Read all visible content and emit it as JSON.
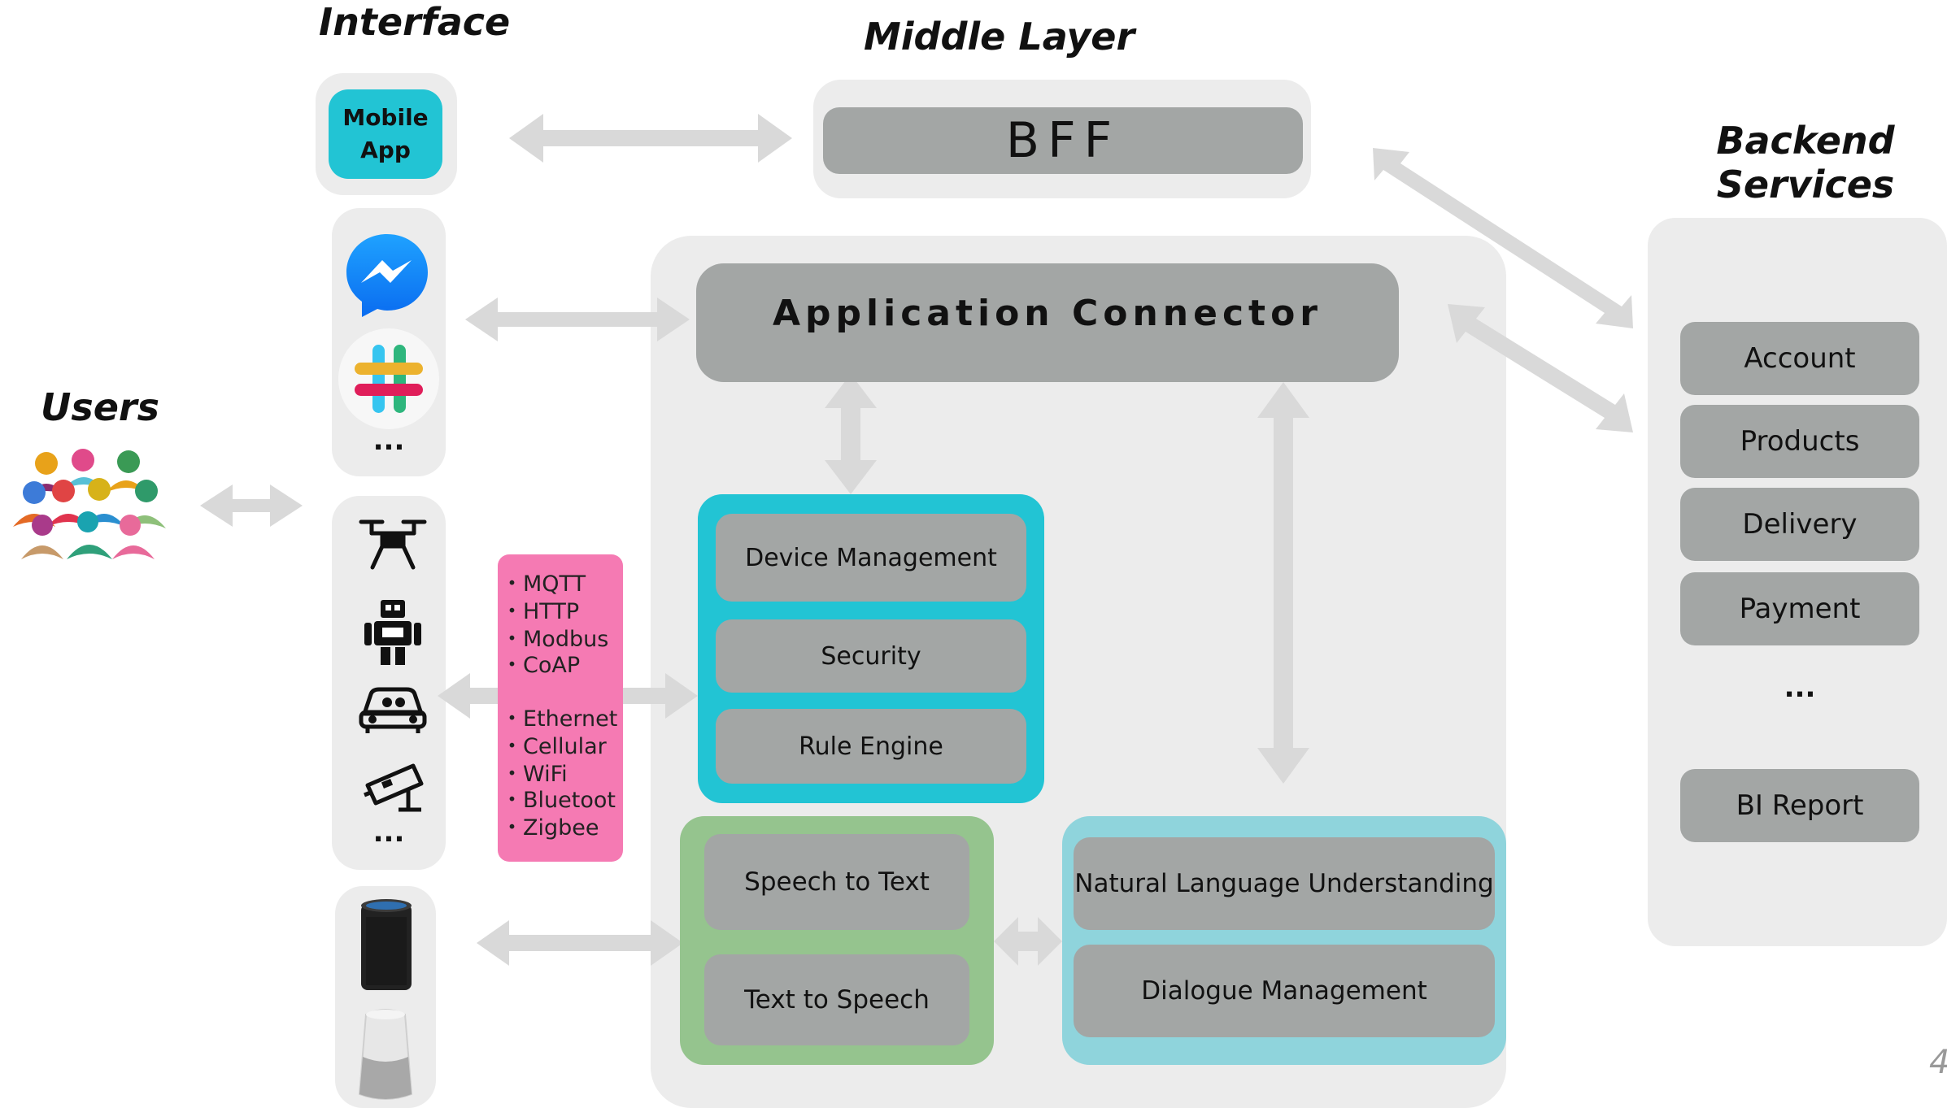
{
  "headings": {
    "interface": "Interface",
    "middle_layer": "Middle Layer",
    "backend_services": "Backend\nServices",
    "users": "Users"
  },
  "interface": {
    "mobile_app": "Mobile\nApp",
    "chat_ellipsis": "...",
    "iot_ellipsis": "..."
  },
  "middle": {
    "bff": "BFF",
    "application_connector": "Application Connector"
  },
  "iot_protocols": {
    "messaging": [
      "MQTT",
      "HTTP",
      "Modbus",
      "CoAP"
    ],
    "network": [
      "Ethernet",
      "Cellular",
      "WiFi",
      "Bluetoot",
      "Zigbee"
    ]
  },
  "device_group": [
    "Device Management",
    "Security",
    "Rule Engine"
  ],
  "speech_group": [
    "Speech to Text",
    "Text to Speech"
  ],
  "nlu_group": [
    "Natural Language Understanding",
    "Dialogue Management"
  ],
  "backend": {
    "services": [
      "Account",
      "Products",
      "Delivery",
      "Payment"
    ],
    "ellipsis": "...",
    "bi_report": "BI Report"
  },
  "page_number": "4",
  "colors": {
    "panel": "#ececec",
    "box": "#a3a6a5",
    "arrow": "#d9d9d9",
    "mobile_app": "#22c4d4",
    "device_border": "#22c4d4",
    "speech_border": "#95c48e",
    "nlu_border": "#8fd4dc",
    "protocols": "#f57ab3"
  }
}
